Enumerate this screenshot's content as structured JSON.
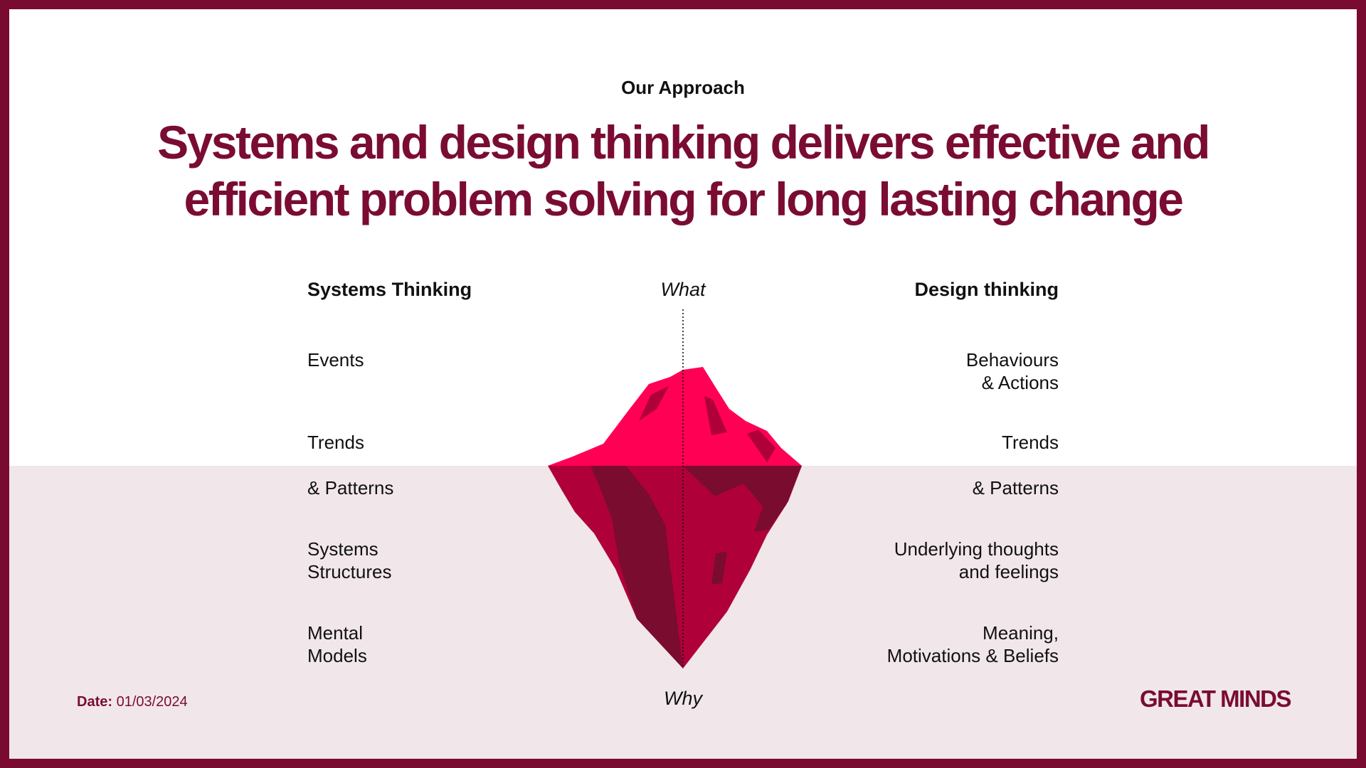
{
  "header": {
    "eyebrow": "Our Approach",
    "title_line1": "Systems and design thinking delivers effective and",
    "title_line2": "efficient problem solving for long lasting change"
  },
  "diagram": {
    "top_label": "What",
    "bottom_label": "Why",
    "left": {
      "title": "Systems Thinking",
      "items": [
        [
          "Events"
        ],
        [
          "Trends"
        ],
        [
          "& Patterns"
        ],
        [
          "Systems",
          "Structures"
        ],
        [
          "Mental",
          "Models"
        ]
      ]
    },
    "right": {
      "title": "Design thinking",
      "items": [
        [
          "Behaviours",
          "& Actions"
        ],
        [
          "Trends"
        ],
        [
          "& Patterns"
        ],
        [
          "Underlying thoughts",
          "and feelings"
        ],
        [
          "Meaning,",
          "Motivations & Beliefs"
        ]
      ]
    }
  },
  "footer": {
    "date_label": "Date:",
    "date_value": "01/03/2024",
    "logo": "GREAT MINDS"
  },
  "colors": {
    "brand": "#790b31",
    "iceberg_top": "#ff0055",
    "iceberg_mid": "#b0003a",
    "iceberg_dark": "#7a0c30",
    "underwater": "#f1e7ea"
  }
}
